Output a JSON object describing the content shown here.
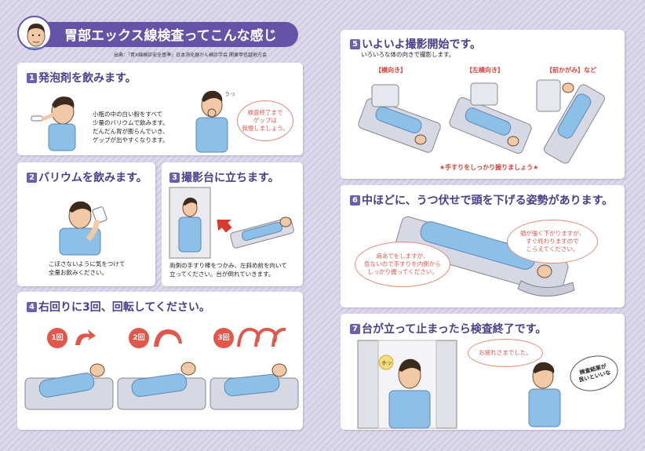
{
  "header": {
    "title": "胃部エックス線検査ってこんな感じ",
    "source": "出典：「胃X線検診安全基準」日本消化器がん検診学会 関東甲信越地方会"
  },
  "step1": {
    "num": "1",
    "title": "発泡剤を飲みます。",
    "text": "小瓶の中の白い粉をすべて\n少量のバリウムで飲みます。\nだんだん胃が膨らんでいき、\nゲップが出やすくなります。",
    "bubble": "検査終了まで\nゲップは\n我慢しましょう。"
  },
  "step2": {
    "num": "2",
    "title": "バリウムを飲みます。",
    "text": "こぼさないように気をつけて\n全量お飲みください。"
  },
  "step3": {
    "num": "3",
    "title": "撮影台に立ちます。",
    "text": "両側の手すり棒をつかみ、左斜め前を向いて\n立ってください。台が倒れていきます。"
  },
  "step4": {
    "num": "4",
    "title": "右回りに3回、回転してください。",
    "labels": [
      "1回",
      "2回",
      "3回"
    ]
  },
  "step5": {
    "num": "5",
    "title": "いよいよ撮影開始です。",
    "subtitle": "いろいろな体の向きで撮影します。",
    "labels": [
      "【横向き】",
      "【左横向き】",
      "【前かがみ】など"
    ],
    "note": "★手すりをしっかり握りましょう★"
  },
  "step6": {
    "num": "6",
    "title": "中ほどに、うつ伏せで頭を下げる姿勢があります。",
    "bubble_left": "肩あてをしますが、\n危ないので手すりを内側から\nしっかり握ってください。",
    "bubble_right": "頭が強く下がりますが、\nすぐ終わりますので\nこらえてください。"
  },
  "step7": {
    "num": "7",
    "title": "台が立って止まったら検査終了です。",
    "bubble": "お疲れさまでした。",
    "thought": "検査結果が\n良いといいな"
  },
  "colors": {
    "accent": "#6d5fb0",
    "title_text": "#4a3f8c",
    "bubble": "#e2574c",
    "header_bg": "#6553a8"
  }
}
